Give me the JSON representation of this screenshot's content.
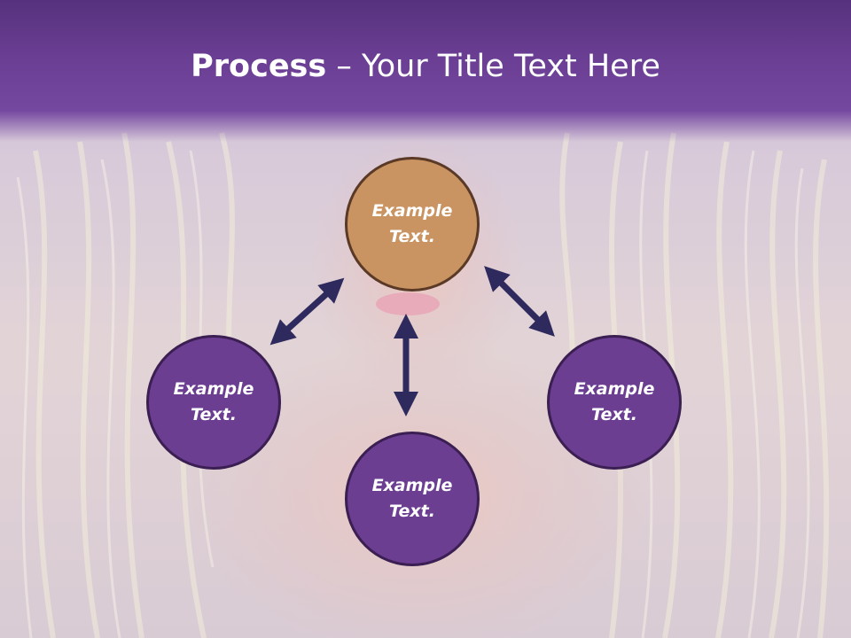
{
  "slide": {
    "title_bold": "Process",
    "title_rest": " – Your Title Text Here"
  },
  "nodes": {
    "top": "Example Text.",
    "left": "Example Text.",
    "right": "Example Text.",
    "bottom": "Example Text."
  },
  "colors": {
    "title_band": "#6a3e93",
    "circle_purple": "#6b3e92",
    "circle_orange": "#c99462",
    "arrow": "#2e2a5e"
  }
}
